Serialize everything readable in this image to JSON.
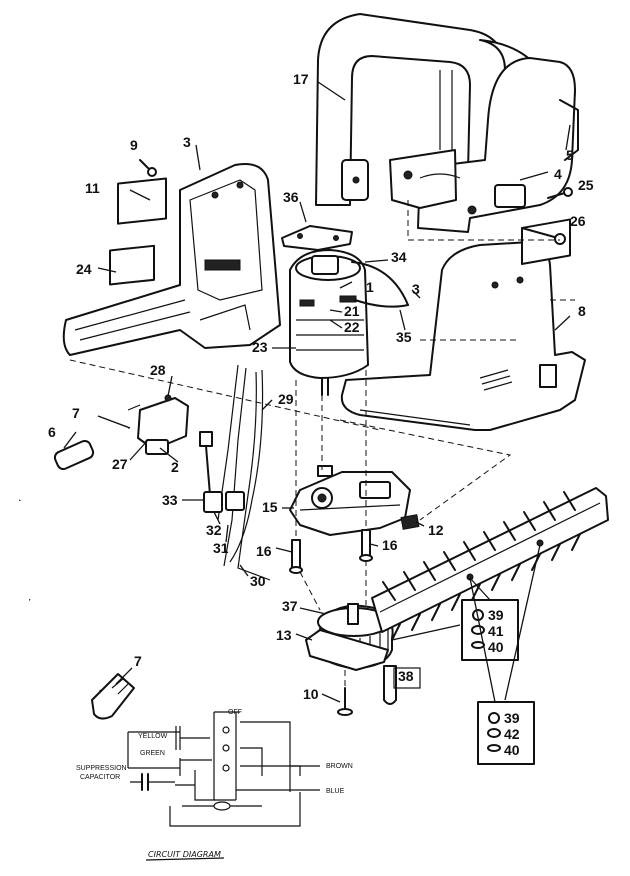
{
  "parts": {
    "p1": "1",
    "p2": "2",
    "p3": "3",
    "p3b": "3",
    "p4": "4",
    "p5": "5",
    "p6": "6",
    "p7": "7",
    "p7b": "7",
    "p8": "8",
    "p9": "9",
    "p10": "10",
    "p11": "11",
    "p12": "12",
    "p13": "13",
    "p15": "15",
    "p16": "16",
    "p16b": "16",
    "p17": "17",
    "p21": "21",
    "p22": "22",
    "p23": "23",
    "p24": "24",
    "p25": "25",
    "p26": "26",
    "p27": "27",
    "p28": "28",
    "p29": "29",
    "p30": "30",
    "p31": "31",
    "p32": "32",
    "p33": "33",
    "p34": "34",
    "p35": "35",
    "p36": "36",
    "p37": "37",
    "p38": "38"
  },
  "hardware_box_upper": [
    "39",
    "41",
    "40"
  ],
  "hardware_box_lower": [
    "39",
    "42",
    "40"
  ],
  "circuit": {
    "off": "OFF",
    "yellow": "YELLOW",
    "green": "GREEN",
    "suppression": "SUPPRESSION",
    "capacitor": "CAPACITOR",
    "brown": "BROWN",
    "blue": "BLUE",
    "caption": "CIRCUIT DIAGRAM"
  },
  "colors": {
    "ink": "#111111",
    "paper": "#ffffff"
  }
}
